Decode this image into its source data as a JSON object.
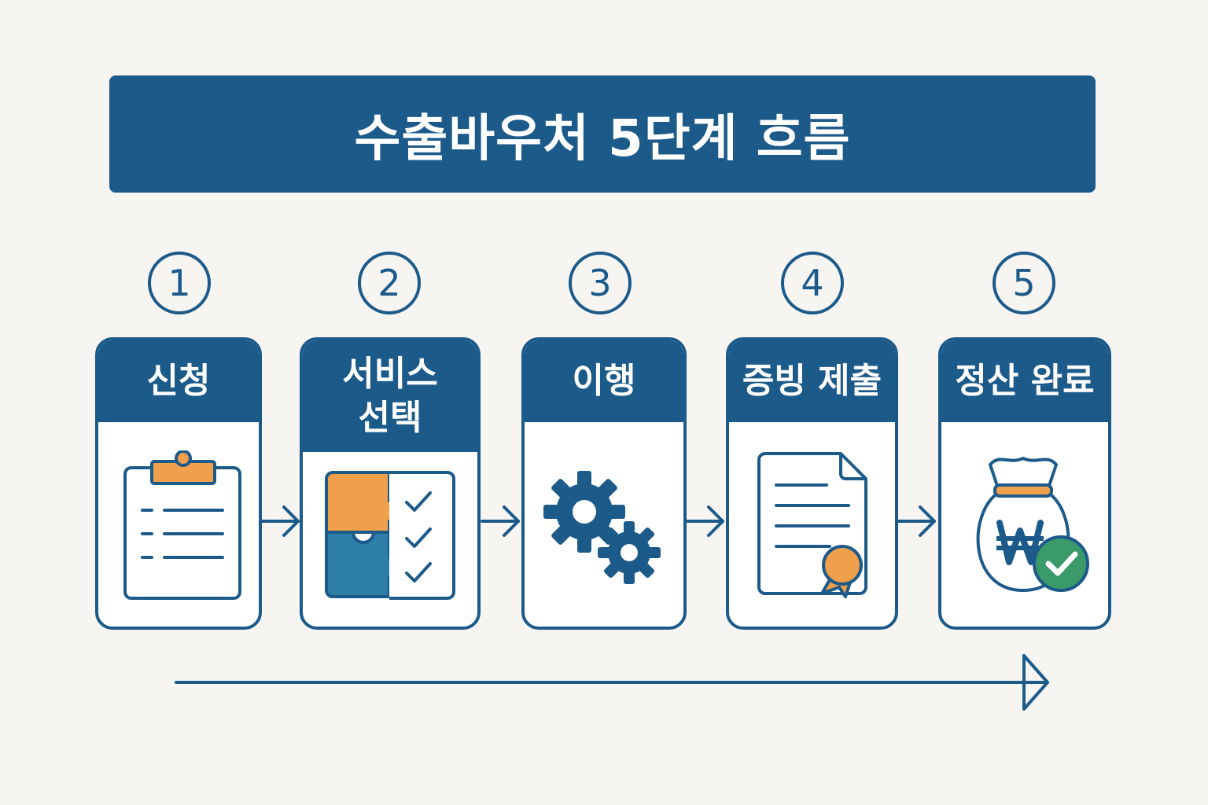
{
  "title": "수출바우처 5단계 흐름",
  "colors": {
    "primary": "#1c5a8a",
    "accent_orange": "#f0a04b",
    "accent_blue": "#2d7fa8",
    "accent_green": "#3a9a6a",
    "background": "#f7f5f1"
  },
  "steps": [
    {
      "number": "1",
      "label": "신청",
      "icon": "clipboard-icon"
    },
    {
      "number": "2",
      "label": "서비스\n선택",
      "icon": "puzzle-checklist-icon"
    },
    {
      "number": "3",
      "label": "이행",
      "icon": "gears-icon"
    },
    {
      "number": "4",
      "label": "증빙 제출",
      "icon": "certificate-document-icon"
    },
    {
      "number": "5",
      "label": "정산 완료",
      "icon": "money-bag-check-icon"
    }
  ]
}
